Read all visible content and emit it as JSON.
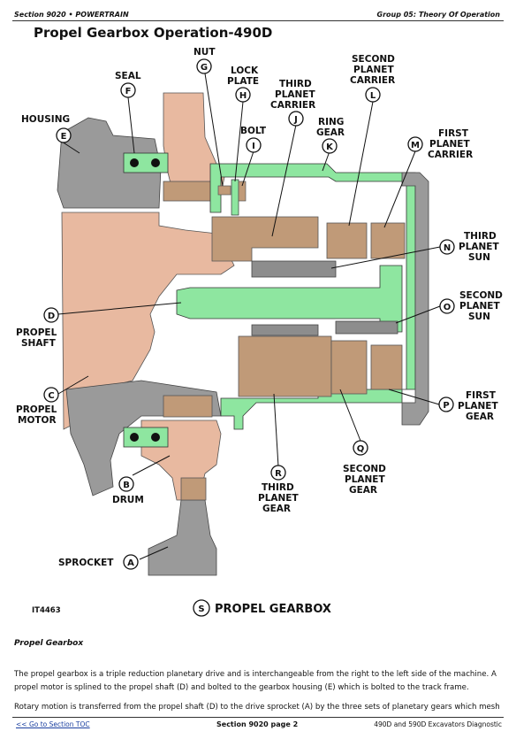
{
  "header": {
    "section": "Section 9020 • POWERTRAIN",
    "group": "Group 05: Theory Of Operation"
  },
  "page_title": "Propel Gearbox Operation-490D",
  "figure": {
    "id": "IT4463",
    "caption_letter": "S",
    "caption": "PROPEL GEARBOX",
    "colors": {
      "housing": "#9a9a9a",
      "drum": "#e8b9a0",
      "shafts": "#8ee6a0",
      "gears": "#c09a78",
      "ring": "#8d8d8d"
    },
    "labels": {
      "A": [
        "SPROCKET"
      ],
      "B": [
        "DRUM"
      ],
      "C": [
        "PROPEL",
        "MOTOR"
      ],
      "D": [
        "PROPEL",
        "SHAFT"
      ],
      "E": [
        "HOUSING"
      ],
      "F": [
        "SEAL"
      ],
      "G": [
        "NUT"
      ],
      "H": [
        "LOCK",
        "PLATE"
      ],
      "I": [
        "BOLT"
      ],
      "J": [
        "THIRD",
        "PLANET",
        "CARRIER"
      ],
      "K": [
        "RING",
        "GEAR"
      ],
      "L": [
        "SECOND",
        "PLANET",
        "CARRIER"
      ],
      "M": [
        "FIRST",
        "PLANET",
        "CARRIER"
      ],
      "N": [
        "THIRD",
        "PLANET",
        "SUN"
      ],
      "O": [
        "SECOND",
        "PLANET",
        "SUN"
      ],
      "P": [
        "FIRST",
        "PLANET",
        "GEAR"
      ],
      "Q": [
        "SECOND",
        "PLANET",
        "GEAR"
      ],
      "R": [
        "THIRD",
        "PLANET",
        "GEAR"
      ]
    }
  },
  "body": {
    "section_title": "Propel Gearbox",
    "para1": "The propel gearbox is a triple reduction planetary drive and is interchangeable from the right to the left side of the machine. A propel motor is splined to the propel shaft (D) and bolted to the gearbox housing (E) which is bolted to the track frame.",
    "para2": "Rotary motion is transferred from the propel shaft (D) to the drive sprocket (A) by the three sets of planetary gears which mesh"
  },
  "footer": {
    "toc_link": "<< Go to Section TOC",
    "page": "Section 9020 page 2",
    "doc": "490D and 590D Excavators Diagnostic"
  }
}
